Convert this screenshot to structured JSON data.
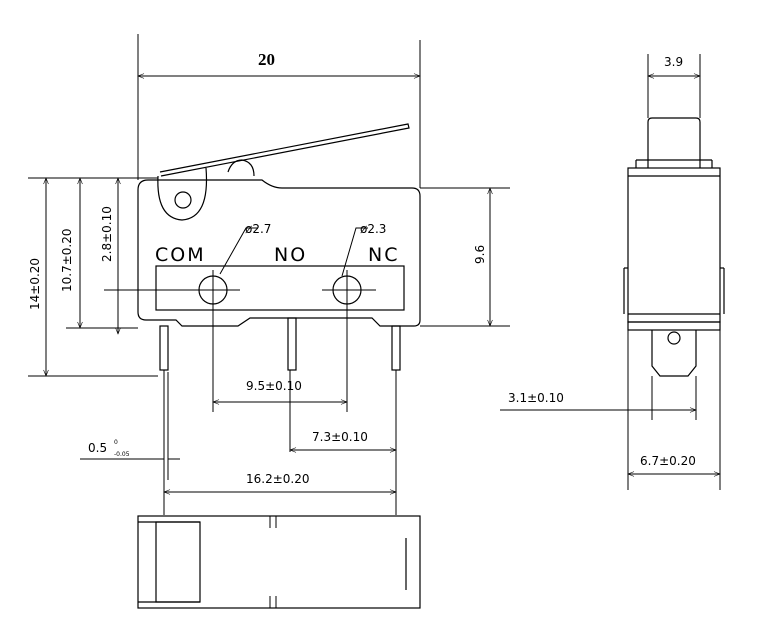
{
  "dims": {
    "width": "20",
    "height_total": "14±0.20",
    "height_to_com": "10.7±0.20",
    "lever_offset": "2.8±0.10",
    "body_height": "9.6",
    "com_to_no": "9.5±0.10",
    "no_to_nc": "7.3±0.10",
    "com_to_nc": "16.2±0.20",
    "pin_thickness": "0.5",
    "pin_tol_upper": "0",
    "pin_tol_lower": "-0.05",
    "hole_com": "ø2.7",
    "hole_nc": "ø2.3",
    "plunger_width": "3.9",
    "pin_offset": "3.1±0.10",
    "body_depth": "6.7±0.20"
  },
  "terminals": {
    "com": "COM",
    "no": "NO",
    "nc": "NC"
  }
}
